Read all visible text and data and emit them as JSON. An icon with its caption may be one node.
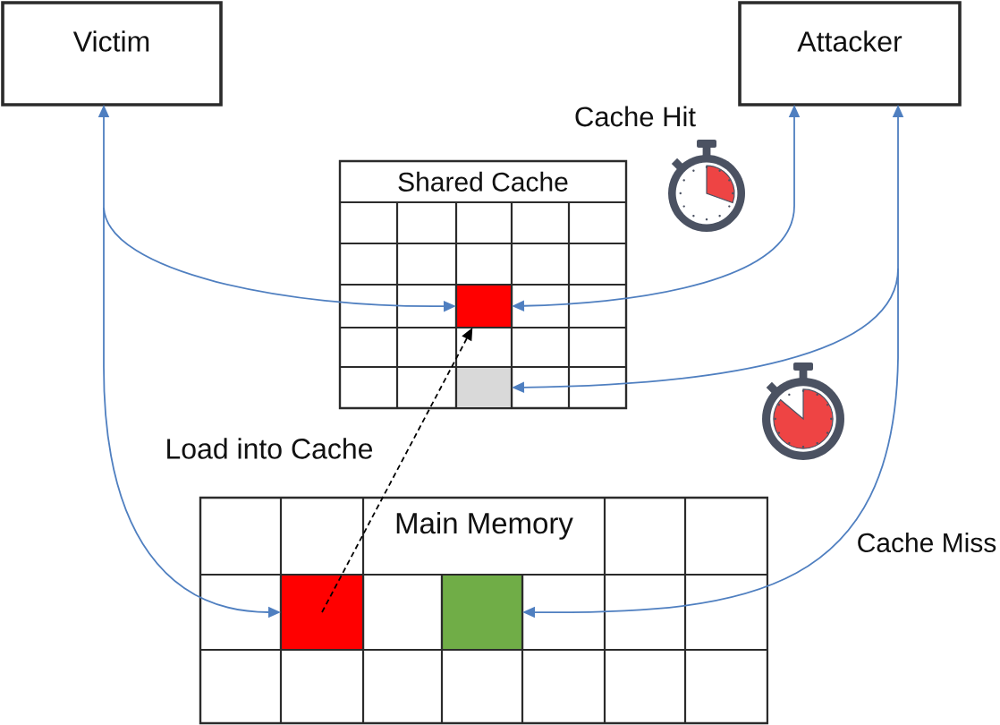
{
  "diagram": {
    "nodes": [
      {
        "text": [
          "Victim"
        ]
      },
      {
        "text": [
          "Attacker"
        ]
      },
      {
        "text": [
          "Shared Cache"
        ]
      },
      {
        "text": [],
        "shape": "box",
        "in": 2
      },
      {
        "text": [],
        "shape": "box",
        "in": 2
      },
      {
        "text": [
          "Main Memory"
        ]
      },
      {
        "text": [],
        "shape": "box",
        "in": 5
      },
      {
        "text": [],
        "shape": "box",
        "in": 5
      }
    ],
    "edges": [
      {
        "from": 0,
        "to": 3,
        "arrow": "both"
      },
      {
        "from": 0,
        "to": 6,
        "arrow": "both"
      },
      {
        "from": 1,
        "to": 3,
        "arrow": "both"
      },
      {
        "from": 1,
        "to": 4,
        "arrow": "both"
      },
      {
        "from": 1,
        "to": 7,
        "arrow": "both"
      },
      {
        "from": 6,
        "to": 3,
        "arrow": "to",
        "style": "dashed",
        "color": "#000000"
      }
    ],
    "labels": [
      "Cache Hit",
      "Load into Cache",
      "Cache Miss"
    ]
  }
}
